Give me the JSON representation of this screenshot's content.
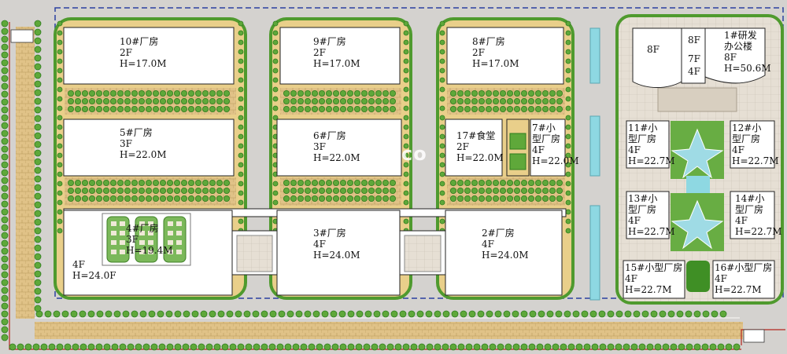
{
  "colors": {
    "ground": "#d4d2cf",
    "plaza": "#ebe7e0",
    "building": "#ffffff",
    "lawn": "#e9cf8a",
    "tree": "#5fa83a",
    "tree_dark": "#2e7d1e",
    "water": "#8ed8e2",
    "boundary_red": "#b3261e",
    "dash_blue": "#2b3fa0",
    "path_tan": "#e3c27d"
  },
  "labels": {
    "b10": "10#厂房\n2F\nH=17.0M",
    "b9": "9#厂房\n2F\nH=17.0M",
    "b8": "8#厂房\n2F\nH=17.0M",
    "b5": "5#厂房\n3F\nH=22.0M",
    "b6": "6#厂房\n3F\nH=22.0M",
    "b17": "17#食堂\n2F\nH=22.0M",
    "b7": "7#小\n型厂房\n4F\nH=22.0M",
    "b4": "4#厂房\n3F\nH=19.4M",
    "b4w": "4F\nH=24.0F",
    "b3": "3#厂房\n4F\nH=24.0M",
    "b2": "2#厂房\n4F\nH=24.0M",
    "b1a": "8F",
    "b1b": "8F",
    "b1c": "7F",
    "b1d": "4F",
    "b1": "1#研发\n办公楼\n8F\nH=50.6M",
    "b11": "11#小\n型厂房\n4F\nH=22.7M",
    "b12": "12#小\n型厂房\n4F\nH=22.7M",
    "b13": "13#小\n型厂房\n4F\nH=22.7M",
    "b14": "14#小\n型厂房\n4F\nH=22.7M",
    "b15": "15#小型厂房\n4F\nH=22.7M",
    "b16": "16#小型厂房\n4F\nH=22.7M",
    "watermark": "co"
  }
}
